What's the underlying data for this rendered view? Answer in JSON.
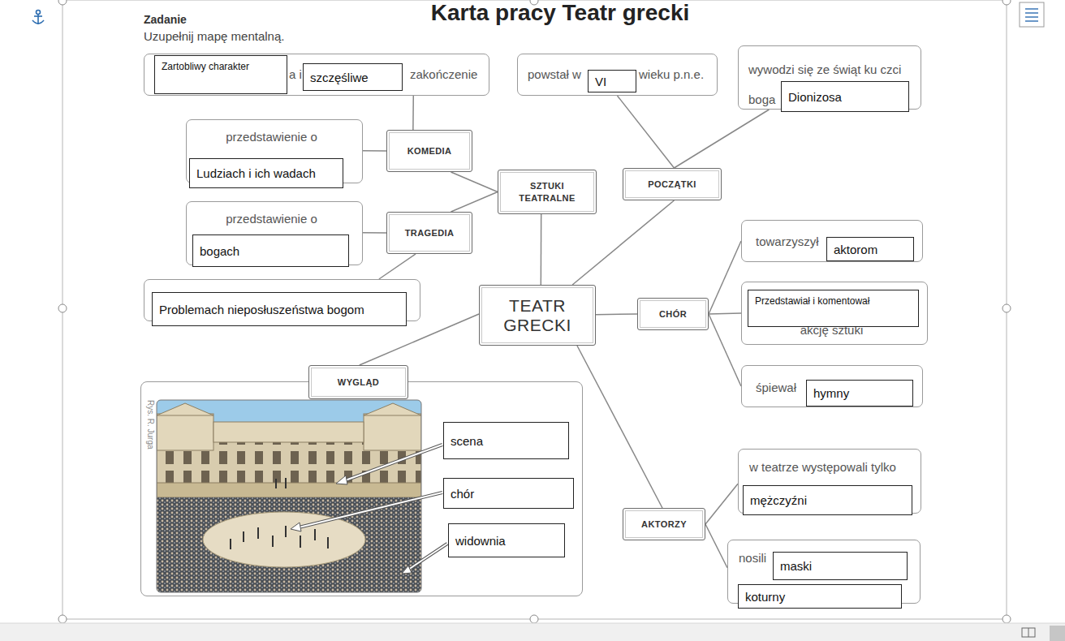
{
  "diagram": {
    "title": "Karta pracy Teatr grecki",
    "nodes": [
      {
        "text": [
          "a i",
          "zakończenie"
        ]
      },
      {
        "text": [
          "Zartobliwy charakter"
        ],
        "in": 0
      },
      {
        "text": [
          "szczęśliwe"
        ],
        "in": 0
      },
      {
        "text": [
          "powstał w",
          "wieku p.n.e."
        ]
      },
      {
        "text": [
          "VI"
        ],
        "in": 3
      },
      {
        "text": [
          "wywodzi się ze świąt ku czci boga"
        ]
      },
      {
        "text": [
          "Dionizosa"
        ],
        "in": 5
      },
      {
        "text": [
          "przedstawienie o"
        ]
      },
      {
        "text": [
          "Ludziach i ich wadach"
        ],
        "in": 7
      },
      {
        "text": [
          "KOMEDIA"
        ]
      },
      {
        "text": [
          "SZTUKI TEATRALNE"
        ]
      },
      {
        "text": [
          "POCZĄTKI"
        ]
      },
      {
        "text": [
          "przedstawienie o"
        ]
      },
      {
        "text": [
          "bogach"
        ],
        "in": 12
      },
      {
        "text": [
          "TRAGEDIA"
        ]
      },
      {
        "text": [
          "towarzyszył"
        ]
      },
      {
        "text": [
          "aktorom"
        ],
        "in": 15
      },
      {
        "text": [
          "akcję sztuki"
        ]
      },
      {
        "text": [
          "Przedstawiał i komentował"
        ],
        "in": 17
      },
      {
        "text": []
      },
      {
        "text": [
          "Problemach nieposłuszeństwa bogom"
        ],
        "in": 19
      },
      {
        "text": [
          "TEATR GRECKI"
        ]
      },
      {
        "text": [
          "CHÓR"
        ]
      },
      {
        "text": [
          "śpiewał"
        ]
      },
      {
        "text": [
          "hymny"
        ],
        "in": 23
      },
      {
        "text": [
          "WYGLĄD"
        ]
      },
      {
        "text": []
      },
      {
        "text": [
          "scena"
        ],
        "in": 26
      },
      {
        "text": [
          "chór"
        ],
        "in": 26
      },
      {
        "text": [
          "widownia"
        ],
        "in": 26
      },
      {
        "text": [
          "w teatrze występowali tylko"
        ]
      },
      {
        "text": [
          "mężczyźni"
        ],
        "in": 30
      },
      {
        "text": [
          "AKTORZY"
        ]
      },
      {
        "text": [
          "nosili"
        ]
      },
      {
        "text": [
          "maski"
        ],
        "in": 33
      },
      {
        "text": [
          "koturny"
        ],
        "in": 33
      }
    ],
    "edges": [
      {
        "from": 9,
        "to": 0,
        "arrow": "none"
      },
      {
        "from": 9,
        "to": 7,
        "arrow": "none"
      },
      {
        "from": 10,
        "to": 9,
        "arrow": "none"
      },
      {
        "from": 10,
        "to": 14,
        "arrow": "none"
      },
      {
        "from": 14,
        "to": 12,
        "arrow": "none"
      },
      {
        "from": 14,
        "to": 19,
        "arrow": "none"
      },
      {
        "from": 21,
        "to": 10,
        "arrow": "none"
      },
      {
        "from": 21,
        "to": 11,
        "arrow": "none"
      },
      {
        "from": 11,
        "to": 3,
        "arrow": "none"
      },
      {
        "from": 11,
        "to": 5,
        "arrow": "none"
      },
      {
        "from": 21,
        "to": 22,
        "arrow": "none"
      },
      {
        "from": 22,
        "to": 15,
        "arrow": "none"
      },
      {
        "from": 22,
        "to": 17,
        "arrow": "none"
      },
      {
        "from": 22,
        "to": 23,
        "arrow": "none"
      },
      {
        "from": 21,
        "to": 25,
        "arrow": "none"
      },
      {
        "from": 21,
        "to": 32,
        "arrow": "none"
      },
      {
        "from": 32,
        "to": 30,
        "arrow": "none"
      },
      {
        "from": 32,
        "to": 33,
        "arrow": "none"
      }
    ],
    "labels": [
      "Zadanie",
      "Uzupełnij mapę mentalną.",
      "Rys. R. Jurga"
    ]
  }
}
